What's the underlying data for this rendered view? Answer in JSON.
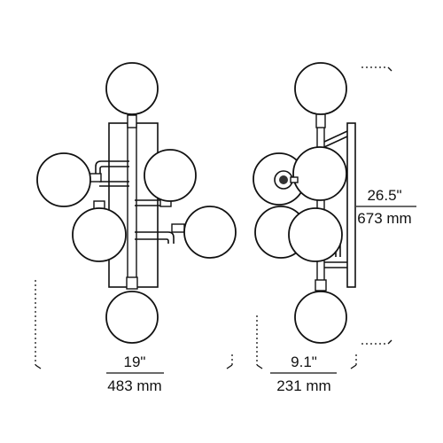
{
  "front_view": {
    "width_imperial": "19\"",
    "width_metric": "483 mm"
  },
  "side_view": {
    "depth_imperial": "9.1\"",
    "depth_metric": "231 mm",
    "height_imperial": "26.5\"",
    "height_metric": "673 mm"
  }
}
